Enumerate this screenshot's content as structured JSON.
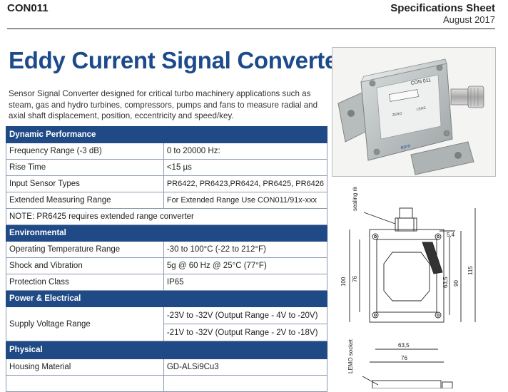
{
  "header": {
    "doc_code": "CON011",
    "sheet_title": "Specifications Sheet",
    "sheet_date": "August 2017"
  },
  "title": "Eddy Current Signal Converter",
  "intro": "Sensor Signal Converter designed for critical turbo machinery applications such as steam, gas and hydro turbines, compressors, pumps and fans to measure radial and axial shaft displacement, position, eccentricity and speed/key.",
  "photo": {
    "label": "CON 011",
    "lens_text": "LENS",
    "zero_text": "ZERO",
    "brand": "epro"
  },
  "specs": {
    "dynamic": {
      "header": "Dynamic Performance",
      "freq_k": "Frequency Range (-3 dB)",
      "freq_v": "0 to 20000 Hz:",
      "rise_k": "Rise Time",
      "rise_v": "<15 µs",
      "input_k": "Input Sensor Types",
      "input_v": "PR6422, PR6423,PR6424, PR6425, PR6426",
      "ext_k": "Extended Measuring Range",
      "ext_v": "For Extended Range Use CON011/91x-xxx",
      "note": "NOTE: PR6425 requires extended range converter"
    },
    "environmental": {
      "header": "Environmental",
      "temp_k": "Operating Temperature Range",
      "temp_v": "-30 to 100°C (-22 to 212°F)",
      "shock_k": "Shock and Vibration",
      "shock_v": "5g @ 60 Hz @ 25°C (77°F)",
      "prot_k": "Protection Class",
      "prot_v": "IP65"
    },
    "power": {
      "header": "Power & Electrical",
      "supply_k": "Supply Voltage Range",
      "supply_v1": "-23V to -32V (Output Range - 4V to -20V)",
      "supply_v2": "-21V to -32V (Output Range - 2V to -18V)"
    },
    "physical": {
      "header": "Physical",
      "housing_k": "Housing Material",
      "housing_v": "GD-ALSi9Cu3"
    }
  },
  "drawing": {
    "sealing_ring": "sealing ring",
    "lemo_socket": "LEMO socket",
    "dim_54": "5,4",
    "dim_100": "100",
    "dim_76v": "76",
    "dim_635v": "63,5",
    "dim_90": "90",
    "dim_115": "115",
    "dim_635h": "63,5",
    "dim_76h": "76"
  },
  "colors": {
    "accent": "#1c4a8a",
    "table_header": "#1f4a86",
    "rule": "#8a9ab0"
  }
}
